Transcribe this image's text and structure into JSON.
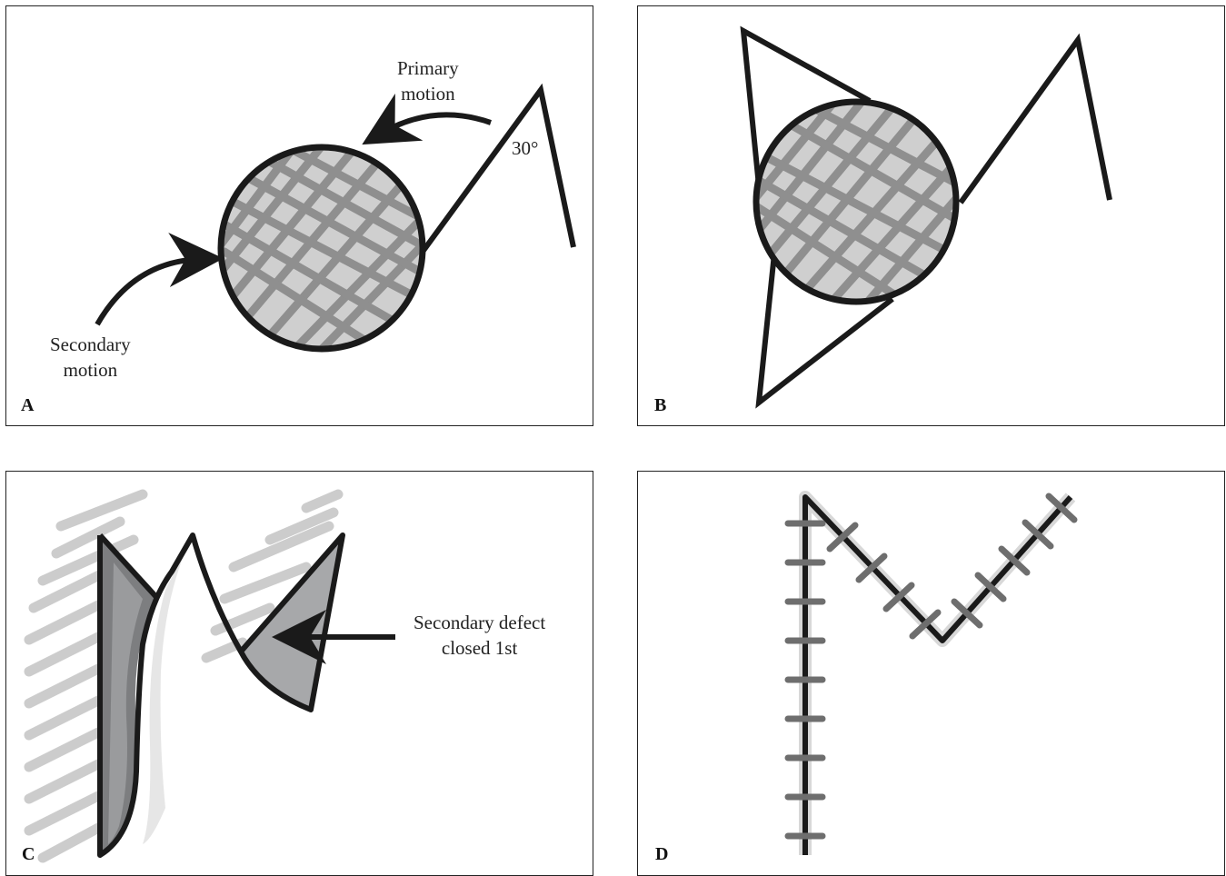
{
  "panels": {
    "a": {
      "letter": "A",
      "primary_motion_line1": "Primary",
      "primary_motion_line2": "motion",
      "secondary_motion_line1": "Secondary",
      "secondary_motion_line2": "motion",
      "angle_label": "30°"
    },
    "b": {
      "letter": "B"
    },
    "c": {
      "letter": "C",
      "defect_label_line1": "Secondary defect",
      "defect_label_line2": "closed 1st"
    },
    "d": {
      "letter": "D"
    }
  },
  "colors": {
    "line": "#1a1a1a",
    "hatch_dark": "#8f8f8f",
    "hatch_light": "#cfcfcf",
    "flap_fill": "#a7a8aa",
    "suture": "#6e6e6e"
  }
}
